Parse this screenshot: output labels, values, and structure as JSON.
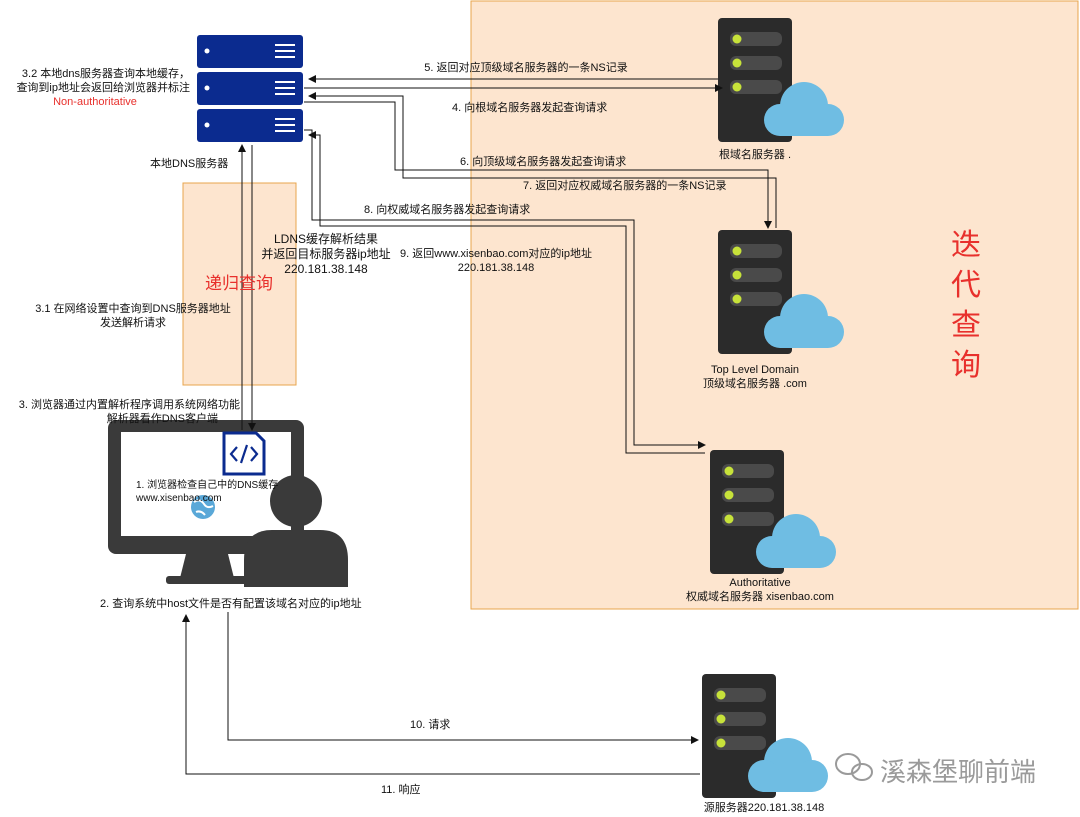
{
  "iterative_box": {
    "label": "迭代查询"
  },
  "recursive_box": {
    "label": "递归查询"
  },
  "local_dns": {
    "name": "本地DNS服务器",
    "note_line1": "3.2 本地dns服务器查询本地缓存，",
    "note_line2": "查询到ip地址会返回给浏览器并标注",
    "note_line3": "Non-authoritative"
  },
  "root_server": {
    "name": "根域名服务器 ."
  },
  "tld_server": {
    "name_line1": "Top Level Domain",
    "name_line2": "顶级域名服务器 .com"
  },
  "auth_server": {
    "name_line1": "Authoritative",
    "name_line2": "权威域名服务器 xisenbao.com"
  },
  "origin_server": {
    "name": "源服务器220.181.38.148"
  },
  "ldns_cache": {
    "line1": "LDNS缓存解析结果",
    "line2": "并返回目标服务器ip地址",
    "line3": "220.181.38.148"
  },
  "steps": {
    "s1_line1": "1. 浏览器检查自己中的DNS缓存",
    "s1_line2": "www.xisenbao.com",
    "s2": "2. 查询系统中host文件是否有配置该域名对应的ip地址",
    "s3_line1": "3. 浏览器通过内置解析程序调用系统网络功能",
    "s3_line2": "解析器看作DNS客户端",
    "s31_line1": "3.1 在网络设置中查询到DNS服务器地址",
    "s31_line2": "发送解析请求",
    "s4": "4. 向根域名服务器发起查询请求",
    "s5": "5. 返回对应顶级域名服务器的一条NS记录",
    "s6": "6. 向顶级域名服务器发起查询请求",
    "s7": "7. 返回对应权威域名服务器的一条NS记录",
    "s8": "8. 向权威域名服务器发起查询请求",
    "s9_line1": "9. 返回www.xisenbao.com对应的ip地址",
    "s9_line2": "220.181.38.148",
    "s10": "10. 请求",
    "s11": "11. 响应"
  },
  "watermark": {
    "text": "溪森堡聊前端"
  },
  "icons": [
    "server-stack-icon",
    "server-cloud-icon",
    "monitor-icon",
    "code-file-icon",
    "globe-icon",
    "user-icon",
    "wechat-icon"
  ],
  "colors": {
    "iterative_fill": "#fde5cf",
    "iterative_border": "#e8a54c",
    "accent_red": "#e8302c",
    "dns_blue": "#0b2b8f",
    "server_dark": "#2b2b2b"
  }
}
